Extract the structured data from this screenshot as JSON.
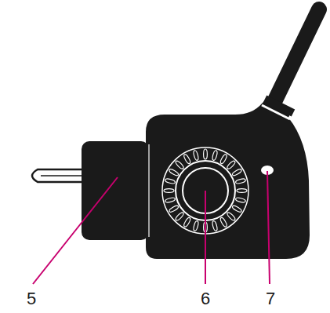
{
  "diagram": {
    "labels": [
      "5",
      "6",
      "7"
    ]
  }
}
